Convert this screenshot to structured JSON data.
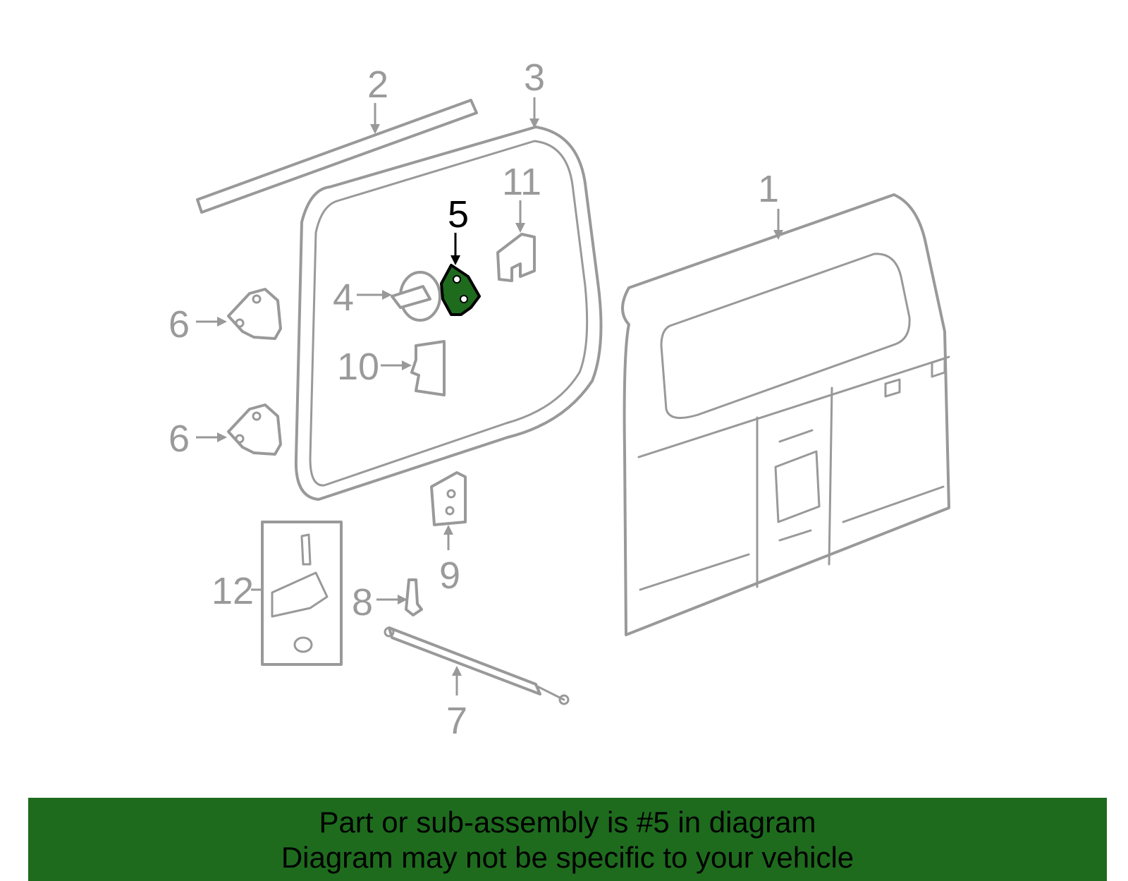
{
  "colors": {
    "part_outline": "#999999",
    "callout": "#999999",
    "highlight_fill": "#1e6b1e",
    "highlight_outline": "#000000",
    "banner_bg": "#1e6b1e",
    "banner_text": "#000000"
  },
  "highlighted_part": "5",
  "callouts": {
    "c1": "1",
    "c2": "2",
    "c3": "3",
    "c4": "4",
    "c5": "5",
    "c6a": "6",
    "c6b": "6",
    "c7": "7",
    "c8": "8",
    "c9": "9",
    "c10": "10",
    "c11": "11",
    "c12": "12"
  },
  "footer": {
    "line1": "Part or sub-assembly is #5 in diagram",
    "line2": "Diagram may not be specific to your vehicle"
  }
}
